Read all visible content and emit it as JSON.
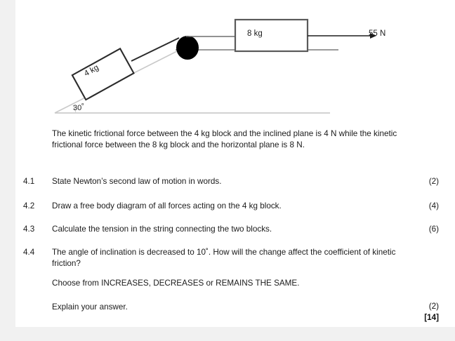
{
  "diagram": {
    "block_incline_label": "4 kg",
    "block_horizontal_label": "8 kg",
    "applied_force_label": "55 N",
    "incline_angle_value": "30",
    "degree_symbol": "º",
    "stroke_color": "#2b2b2b",
    "surface_color": "#bfbfbf",
    "pulley_color": "#000000"
  },
  "passage": {
    "line1": "The kinetic frictional force between the 4 kg block and the inclined plane is 4 N",
    "line2": "while the kinetic frictional force between the 8 kg block and the horizontal plane",
    "line3": "is 8 N."
  },
  "questions": [
    {
      "number": "4.1",
      "text": "State Newton’s second law of motion in words.",
      "marks": "(2)"
    },
    {
      "number": "4.2",
      "text": "Draw a free body diagram of all forces acting on the 4 kg block.",
      "marks": "(4)"
    },
    {
      "number": "4.3",
      "text": "Calculate the tension in the string connecting the two blocks.",
      "marks": "(6)"
    },
    {
      "number": "4.4",
      "text": "The angle of inclination is decreased to 10˚.  How will the change affect the coefficient of kinetic friction?",
      "marks": "",
      "choose_line": "Choose from INCREASES, DECREASES or REMAINS THE SAME.",
      "explain_line": "Explain your answer.",
      "explain_marks": "(2)"
    }
  ],
  "total_marks": "[14]"
}
